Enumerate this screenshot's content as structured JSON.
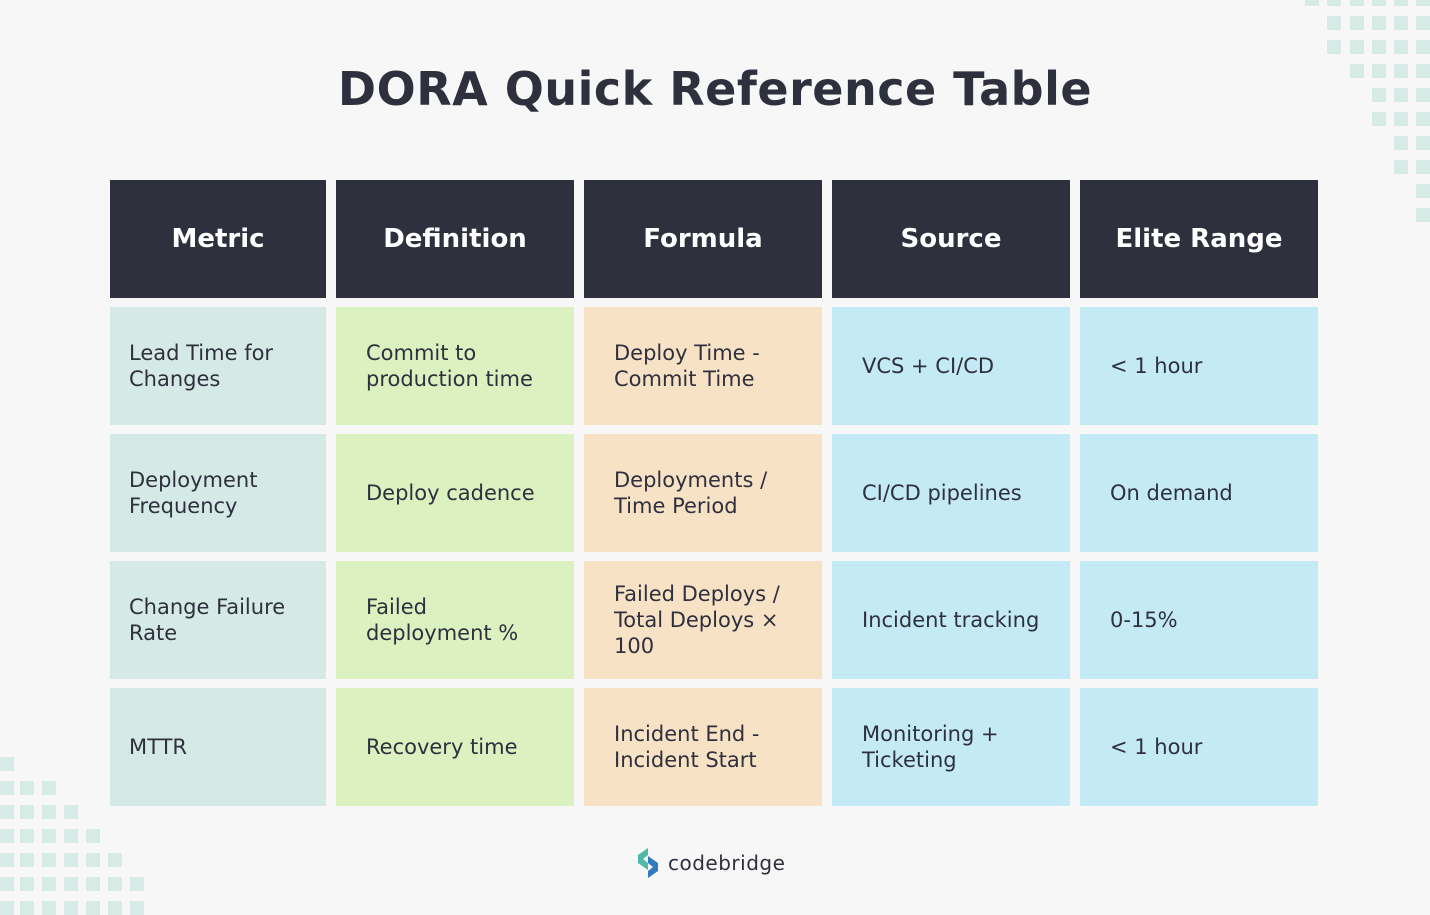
{
  "title": "DORA Quick Reference Table",
  "table": {
    "headers": [
      "Metric",
      "Definition",
      "Formula",
      "Source",
      "Elite Range"
    ],
    "rows": [
      [
        "Lead Time for Changes",
        "Commit to production time",
        "Deploy Time - Commit Time",
        "VCS + CI/CD",
        "< 1 hour"
      ],
      [
        "Deployment Frequency",
        "Deploy cadence",
        "Deployments / Time Period",
        "CI/CD pipelines",
        "On demand"
      ],
      [
        "Change Failure Rate",
        "Failed deployment %",
        "Failed Deploys / Total Deploys × 100",
        "Incident tracking",
        "0-15%"
      ],
      [
        "MTTR",
        "Recovery time",
        "Incident End - Incident Start",
        "Monitoring + Ticketing",
        "< 1 hour"
      ]
    ]
  },
  "logo": {
    "text": "codebridge",
    "icon": "codebridge-logo-icon"
  },
  "colors": {
    "header": "#2e303e",
    "metric": "#d5eae6",
    "definition": "#dbf1c0",
    "formula": "#f8e2c6",
    "source": "#c4eaf5",
    "elite": "#c4eaf5"
  }
}
